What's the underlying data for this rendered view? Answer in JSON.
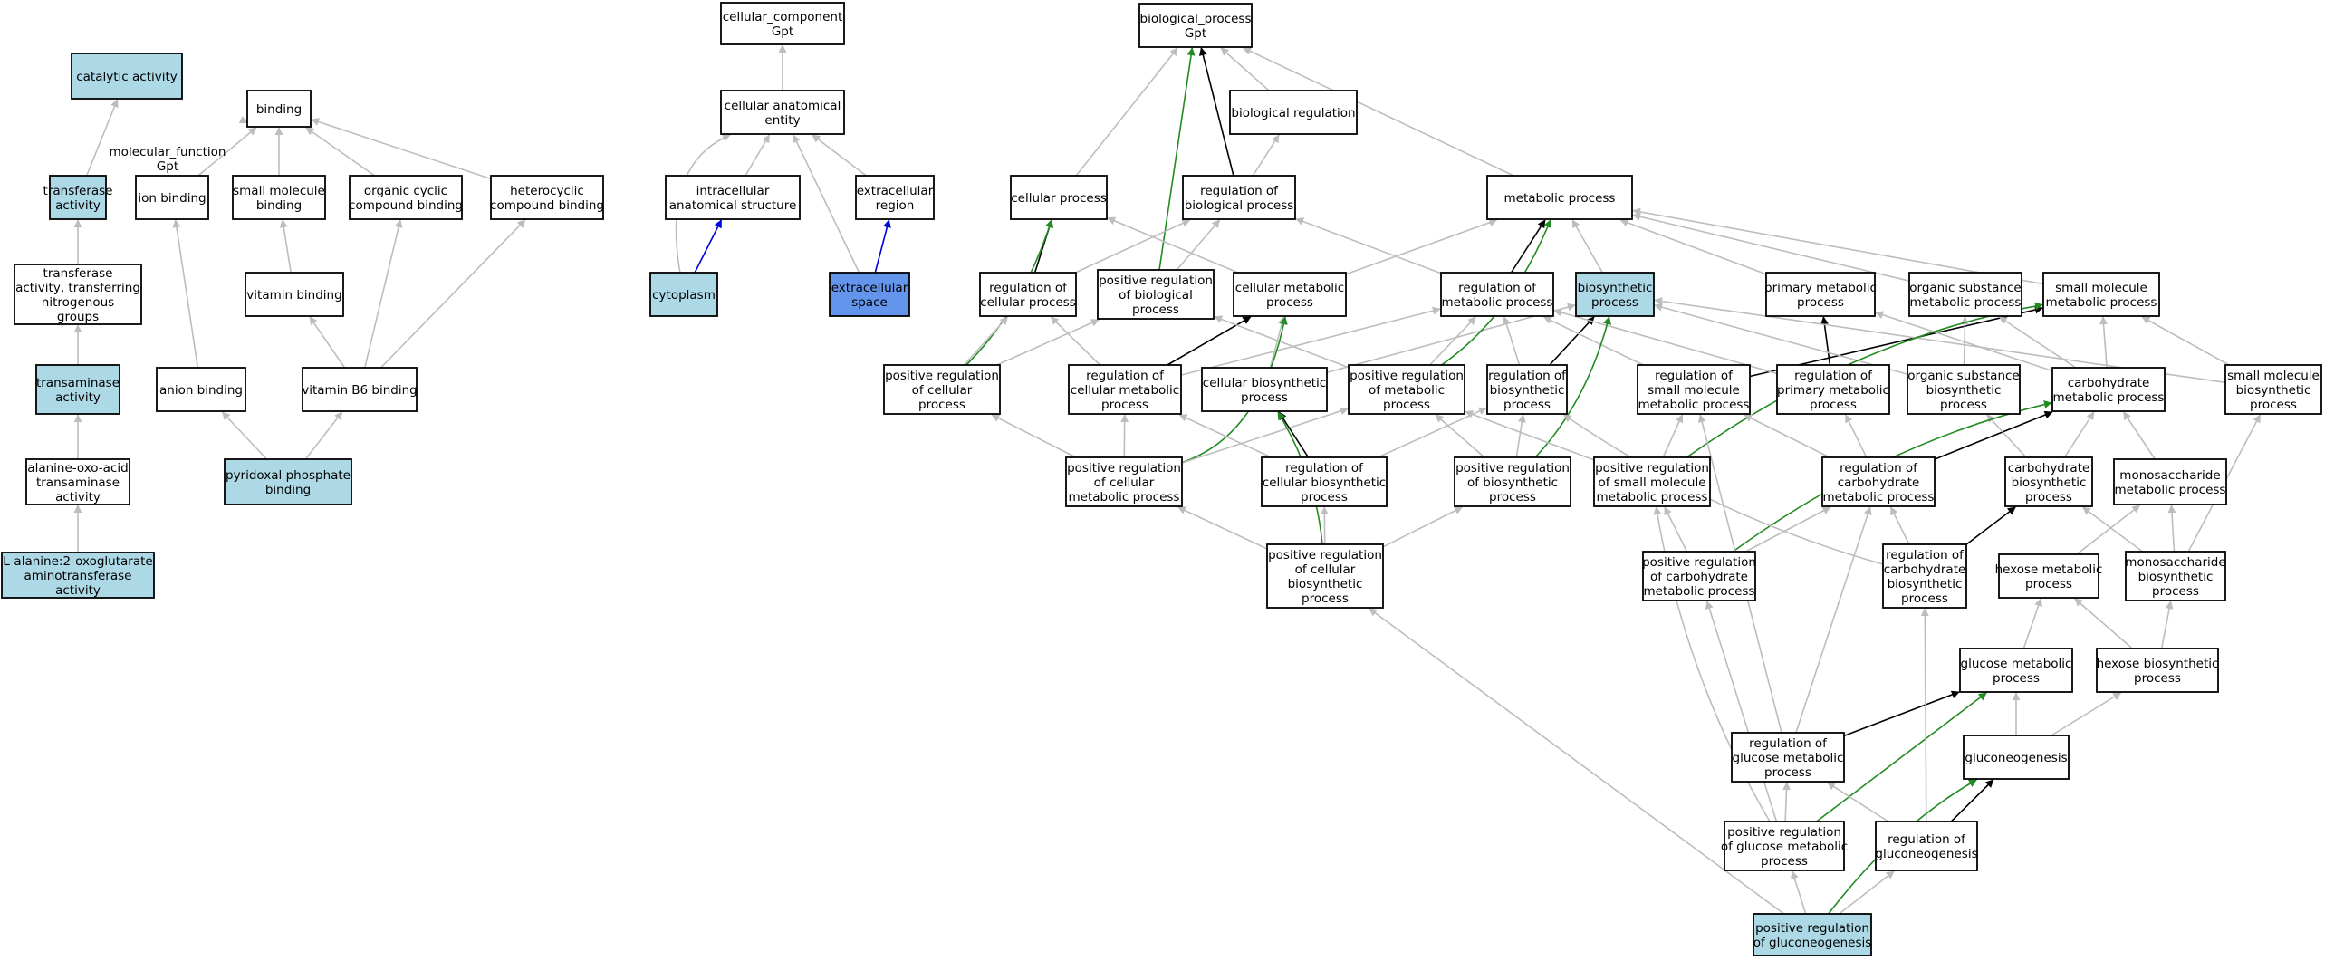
{
  "colors": {
    "node_default": "#ffffff",
    "node_highlight": "#add8e6",
    "node_strong": "#6495ed",
    "edge_is_a": "#bdbdbd",
    "edge_regulates": "#000000",
    "edge_positive": "#228b22",
    "edge_part_of": "#0000dd"
  },
  "nodes": [
    {
      "id": "mf",
      "lines": [
        "molecular_function",
        "Gpt"
      ],
      "fill": "default"
    },
    {
      "id": "catalytic",
      "lines": [
        "catalytic activity"
      ],
      "fill": "highlight"
    },
    {
      "id": "binding",
      "lines": [
        "binding"
      ],
      "fill": "default"
    },
    {
      "id": "transferase",
      "lines": [
        "transferase",
        "activity"
      ],
      "fill": "highlight"
    },
    {
      "id": "ionbind",
      "lines": [
        "ion binding"
      ],
      "fill": "default"
    },
    {
      "id": "smbind",
      "lines": [
        "small molecule",
        "binding"
      ],
      "fill": "default"
    },
    {
      "id": "occbind",
      "lines": [
        "organic cyclic",
        "compound binding"
      ],
      "fill": "default"
    },
    {
      "id": "hetbind",
      "lines": [
        "heterocyclic",
        "compound binding"
      ],
      "fill": "default"
    },
    {
      "id": "transN",
      "lines": [
        "transferase",
        "activity, transferring",
        "nitrogenous",
        "groups"
      ],
      "fill": "default"
    },
    {
      "id": "vitbind",
      "lines": [
        "vitamin binding"
      ],
      "fill": "default"
    },
    {
      "id": "transaminase",
      "lines": [
        "transaminase",
        "activity"
      ],
      "fill": "highlight"
    },
    {
      "id": "anionbind",
      "lines": [
        "anion binding"
      ],
      "fill": "default"
    },
    {
      "id": "vb6bind",
      "lines": [
        "vitamin B6 binding"
      ],
      "fill": "default"
    },
    {
      "id": "aota",
      "lines": [
        "alanine-oxo-acid",
        "transaminase",
        "activity"
      ],
      "fill": "default"
    },
    {
      "id": "plpbind",
      "lines": [
        "pyridoxal phosphate",
        "binding"
      ],
      "fill": "highlight"
    },
    {
      "id": "laoa",
      "lines": [
        "L-alanine:2-oxoglutarate",
        "aminotransferase",
        "activity"
      ],
      "fill": "highlight"
    },
    {
      "id": "cc",
      "lines": [
        "cellular_component",
        "Gpt"
      ],
      "fill": "default"
    },
    {
      "id": "cae",
      "lines": [
        "cellular anatomical",
        "entity"
      ],
      "fill": "default"
    },
    {
      "id": "ias",
      "lines": [
        "intracellular",
        "anatomical structure"
      ],
      "fill": "default"
    },
    {
      "id": "extreg",
      "lines": [
        "extracellular",
        "region"
      ],
      "fill": "default"
    },
    {
      "id": "cytoplasm",
      "lines": [
        "cytoplasm"
      ],
      "fill": "highlight"
    },
    {
      "id": "extspace",
      "lines": [
        "extracellular",
        "space"
      ],
      "fill": "strong"
    },
    {
      "id": "bp",
      "lines": [
        "biological_process",
        "Gpt"
      ],
      "fill": "default"
    },
    {
      "id": "bioreg",
      "lines": [
        "biological regulation"
      ],
      "fill": "default"
    },
    {
      "id": "cellproc",
      "lines": [
        "cellular process"
      ],
      "fill": "default"
    },
    {
      "id": "regbio",
      "lines": [
        "regulation of",
        "biological process"
      ],
      "fill": "default"
    },
    {
      "id": "metproc",
      "lines": [
        "metabolic process"
      ],
      "fill": "default"
    },
    {
      "id": "regcell",
      "lines": [
        "regulation of",
        "cellular process"
      ],
      "fill": "default"
    },
    {
      "id": "posregbio",
      "lines": [
        "positive regulation",
        "of biological",
        "process"
      ],
      "fill": "default"
    },
    {
      "id": "cellmet",
      "lines": [
        "cellular metabolic",
        "process"
      ],
      "fill": "default"
    },
    {
      "id": "regmet",
      "lines": [
        "regulation of",
        "metabolic process"
      ],
      "fill": "default"
    },
    {
      "id": "biosyn",
      "lines": [
        "biosynthetic",
        "process"
      ],
      "fill": "highlight"
    },
    {
      "id": "primmet",
      "lines": [
        "primary metabolic",
        "process"
      ],
      "fill": "default"
    },
    {
      "id": "orgsubmet",
      "lines": [
        "organic substance",
        "metabolic process"
      ],
      "fill": "default"
    },
    {
      "id": "smmet",
      "lines": [
        "small molecule",
        "metabolic process"
      ],
      "fill": "default"
    },
    {
      "id": "posregcell",
      "lines": [
        "positive regulation",
        "of cellular",
        "process"
      ],
      "fill": "default"
    },
    {
      "id": "regcellmet",
      "lines": [
        "regulation of",
        "cellular metabolic",
        "process"
      ],
      "fill": "default"
    },
    {
      "id": "cellbiosyn",
      "lines": [
        "cellular biosynthetic",
        "process"
      ],
      "fill": "default"
    },
    {
      "id": "posregmet",
      "lines": [
        "positive regulation",
        "of metabolic",
        "process"
      ],
      "fill": "default"
    },
    {
      "id": "regbiosyn",
      "lines": [
        "regulation of",
        "biosynthetic",
        "process"
      ],
      "fill": "default"
    },
    {
      "id": "regsmmet",
      "lines": [
        "regulation of",
        "small molecule",
        "metabolic process"
      ],
      "fill": "default"
    },
    {
      "id": "regprimmet",
      "lines": [
        "regulation of",
        "primary metabolic",
        "process"
      ],
      "fill": "default"
    },
    {
      "id": "orgsubbio",
      "lines": [
        "organic substance",
        "biosynthetic",
        "process"
      ],
      "fill": "default"
    },
    {
      "id": "carbmet",
      "lines": [
        "carbohydrate",
        "metabolic process"
      ],
      "fill": "default"
    },
    {
      "id": "smbio",
      "lines": [
        "small molecule",
        "biosynthetic",
        "process"
      ],
      "fill": "default"
    },
    {
      "id": "posregcellmet",
      "lines": [
        "positive regulation",
        "of cellular",
        "metabolic process"
      ],
      "fill": "default"
    },
    {
      "id": "regcellbio",
      "lines": [
        "regulation of",
        "cellular biosynthetic",
        "process"
      ],
      "fill": "default"
    },
    {
      "id": "posregbiosyn",
      "lines": [
        "positive regulation",
        "of biosynthetic",
        "process"
      ],
      "fill": "default"
    },
    {
      "id": "posregsmmet",
      "lines": [
        "positive regulation",
        "of small molecule",
        "metabolic process"
      ],
      "fill": "default"
    },
    {
      "id": "regcarbmet",
      "lines": [
        "regulation of",
        "carbohydrate",
        "metabolic process"
      ],
      "fill": "default"
    },
    {
      "id": "carbbio",
      "lines": [
        "carbohydrate",
        "biosynthetic",
        "process"
      ],
      "fill": "default"
    },
    {
      "id": "monomet",
      "lines": [
        "monosaccharide",
        "metabolic process"
      ],
      "fill": "default"
    },
    {
      "id": "posregcellbio",
      "lines": [
        "positive regulation",
        "of cellular",
        "biosynthetic",
        "process"
      ],
      "fill": "default"
    },
    {
      "id": "posregcarbmet",
      "lines": [
        "positive regulation",
        "of carbohydrate",
        "metabolic process"
      ],
      "fill": "default"
    },
    {
      "id": "regcarbbio",
      "lines": [
        "regulation of",
        "carbohydrate",
        "biosynthetic",
        "process"
      ],
      "fill": "default"
    },
    {
      "id": "hexmet",
      "lines": [
        "hexose metabolic",
        "process"
      ],
      "fill": "default"
    },
    {
      "id": "monobio",
      "lines": [
        "monosaccharide",
        "biosynthetic",
        "process"
      ],
      "fill": "default"
    },
    {
      "id": "glucmet",
      "lines": [
        "glucose metabolic",
        "process"
      ],
      "fill": "default"
    },
    {
      "id": "hexbio",
      "lines": [
        "hexose biosynthetic",
        "process"
      ],
      "fill": "default"
    },
    {
      "id": "regglucmet",
      "lines": [
        "regulation of",
        "glucose metabolic",
        "process"
      ],
      "fill": "default"
    },
    {
      "id": "gluconeo",
      "lines": [
        "gluconeogenesis"
      ],
      "fill": "default"
    },
    {
      "id": "posregglucmet",
      "lines": [
        "positive regulation",
        "of glucose metabolic",
        "process"
      ],
      "fill": "default"
    },
    {
      "id": "reggluconeo",
      "lines": [
        "regulation of",
        "gluconeogenesis"
      ],
      "fill": "default"
    },
    {
      "id": "posreggluconeo",
      "lines": [
        "positive regulation",
        "of gluconeogenesis"
      ],
      "fill": "highlight"
    }
  ],
  "edges": [
    {
      "from": "catalytic",
      "to": "mf",
      "kind": "is_a"
    },
    {
      "from": "binding",
      "to": "mf",
      "kind": "is_a"
    },
    {
      "from": "transferase",
      "to": "catalytic",
      "kind": "is_a"
    },
    {
      "from": "ionbind",
      "to": "binding",
      "kind": "is_a"
    },
    {
      "from": "smbind",
      "to": "binding",
      "kind": "is_a"
    },
    {
      "from": "occbind",
      "to": "binding",
      "kind": "is_a"
    },
    {
      "from": "hetbind",
      "to": "binding",
      "kind": "is_a"
    },
    {
      "from": "transN",
      "to": "transferase",
      "kind": "is_a"
    },
    {
      "from": "vitbind",
      "to": "smbind",
      "kind": "is_a"
    },
    {
      "from": "transaminase",
      "to": "transN",
      "kind": "is_a"
    },
    {
      "from": "anionbind",
      "to": "ionbind",
      "kind": "is_a"
    },
    {
      "from": "vb6bind",
      "to": "vitbind",
      "kind": "is_a"
    },
    {
      "from": "vb6bind",
      "to": "occbind",
      "kind": "is_a"
    },
    {
      "from": "vb6bind",
      "to": "hetbind",
      "kind": "is_a"
    },
    {
      "from": "aota",
      "to": "transaminase",
      "kind": "is_a"
    },
    {
      "from": "plpbind",
      "to": "anionbind",
      "kind": "is_a"
    },
    {
      "from": "plpbind",
      "to": "vb6bind",
      "kind": "is_a"
    },
    {
      "from": "laoa",
      "to": "aota",
      "kind": "is_a"
    },
    {
      "from": "cae",
      "to": "cc",
      "kind": "is_a"
    },
    {
      "from": "ias",
      "to": "cae",
      "kind": "is_a"
    },
    {
      "from": "extreg",
      "to": "cae",
      "kind": "is_a"
    },
    {
      "from": "cytoplasm",
      "to": "cae",
      "kind": "is_a",
      "curve": -90
    },
    {
      "from": "extspace",
      "to": "cae",
      "kind": "is_a"
    },
    {
      "from": "cytoplasm",
      "to": "ias",
      "kind": "part_of"
    },
    {
      "from": "extspace",
      "to": "extreg",
      "kind": "part_of"
    },
    {
      "from": "bioreg",
      "to": "bp",
      "kind": "is_a"
    },
    {
      "from": "cellproc",
      "to": "bp",
      "kind": "is_a"
    },
    {
      "from": "regbio",
      "to": "bp",
      "kind": "regulates"
    },
    {
      "from": "metproc",
      "to": "bp",
      "kind": "is_a"
    },
    {
      "from": "regbio",
      "to": "bioreg",
      "kind": "is_a"
    },
    {
      "from": "posregbio",
      "to": "bp",
      "kind": "positive"
    },
    {
      "from": "regcell",
      "to": "cellproc",
      "kind": "regulates"
    },
    {
      "from": "regcell",
      "to": "regbio",
      "kind": "is_a"
    },
    {
      "from": "posregbio",
      "to": "regbio",
      "kind": "is_a"
    },
    {
      "from": "cellmet",
      "to": "cellproc",
      "kind": "is_a"
    },
    {
      "from": "cellmet",
      "to": "metproc",
      "kind": "is_a"
    },
    {
      "from": "regmet",
      "to": "metproc",
      "kind": "regulates"
    },
    {
      "from": "regmet",
      "to": "regbio",
      "kind": "is_a"
    },
    {
      "from": "biosyn",
      "to": "metproc",
      "kind": "is_a"
    },
    {
      "from": "primmet",
      "to": "metproc",
      "kind": "is_a"
    },
    {
      "from": "orgsubmet",
      "to": "metproc",
      "kind": "is_a"
    },
    {
      "from": "smmet",
      "to": "metproc",
      "kind": "is_a"
    },
    {
      "from": "posregcell",
      "to": "cellproc",
      "kind": "positive",
      "curve": 30
    },
    {
      "from": "posregcell",
      "to": "regcell",
      "kind": "is_a"
    },
    {
      "from": "posregcell",
      "to": "posregbio",
      "kind": "is_a"
    },
    {
      "from": "regcellmet",
      "to": "cellmet",
      "kind": "regulates"
    },
    {
      "from": "regcellmet",
      "to": "regcell",
      "kind": "is_a"
    },
    {
      "from": "regcellmet",
      "to": "regmet",
      "kind": "is_a"
    },
    {
      "from": "cellbiosyn",
      "to": "cellmet",
      "kind": "is_a"
    },
    {
      "from": "cellbiosyn",
      "to": "biosyn",
      "kind": "is_a"
    },
    {
      "from": "posregmet",
      "to": "metproc",
      "kind": "positive",
      "curve": 40
    },
    {
      "from": "posregmet",
      "to": "regmet",
      "kind": "is_a"
    },
    {
      "from": "posregmet",
      "to": "posregbio",
      "kind": "is_a"
    },
    {
      "from": "regbiosyn",
      "to": "biosyn",
      "kind": "regulates"
    },
    {
      "from": "regbiosyn",
      "to": "regmet",
      "kind": "is_a"
    },
    {
      "from": "regsmmet",
      "to": "smmet",
      "kind": "regulates"
    },
    {
      "from": "regsmmet",
      "to": "regmet",
      "kind": "is_a"
    },
    {
      "from": "regprimmet",
      "to": "primmet",
      "kind": "regulates"
    },
    {
      "from": "regprimmet",
      "to": "regmet",
      "kind": "is_a"
    },
    {
      "from": "orgsubbio",
      "to": "orgsubmet",
      "kind": "is_a"
    },
    {
      "from": "orgsubbio",
      "to": "biosyn",
      "kind": "is_a"
    },
    {
      "from": "carbmet",
      "to": "smmet",
      "kind": "is_a"
    },
    {
      "from": "carbmet",
      "to": "primmet",
      "kind": "is_a"
    },
    {
      "from": "carbmet",
      "to": "orgsubmet",
      "kind": "is_a"
    },
    {
      "from": "smbio",
      "to": "smmet",
      "kind": "is_a"
    },
    {
      "from": "smbio",
      "to": "biosyn",
      "kind": "is_a"
    },
    {
      "from": "posregcellmet",
      "to": "cellmet",
      "kind": "positive",
      "curve": 80
    },
    {
      "from": "posregcellmet",
      "to": "regcellmet",
      "kind": "is_a"
    },
    {
      "from": "posregcellmet",
      "to": "posregcell",
      "kind": "is_a"
    },
    {
      "from": "posregcellmet",
      "to": "posregmet",
      "kind": "is_a"
    },
    {
      "from": "regcellbio",
      "to": "cellbiosyn",
      "kind": "regulates"
    },
    {
      "from": "regcellbio",
      "to": "regcellmet",
      "kind": "is_a"
    },
    {
      "from": "regcellbio",
      "to": "regbiosyn",
      "kind": "is_a"
    },
    {
      "from": "posregbiosyn",
      "to": "biosyn",
      "kind": "positive",
      "curve": 30
    },
    {
      "from": "posregbiosyn",
      "to": "regbiosyn",
      "kind": "is_a"
    },
    {
      "from": "posregbiosyn",
      "to": "posregmet",
      "kind": "is_a"
    },
    {
      "from": "posregsmmet",
      "to": "smmet",
      "kind": "positive",
      "curve": -60
    },
    {
      "from": "posregsmmet",
      "to": "regsmmet",
      "kind": "is_a"
    },
    {
      "from": "posregsmmet",
      "to": "posregmet",
      "kind": "is_a"
    },
    {
      "from": "regcarbmet",
      "to": "carbmet",
      "kind": "regulates"
    },
    {
      "from": "regcarbmet",
      "to": "regprimmet",
      "kind": "is_a"
    },
    {
      "from": "regcarbmet",
      "to": "regsmmet",
      "kind": "is_a"
    },
    {
      "from": "carbbio",
      "to": "carbmet",
      "kind": "is_a"
    },
    {
      "from": "carbbio",
      "to": "orgsubbio",
      "kind": "is_a"
    },
    {
      "from": "monomet",
      "to": "carbmet",
      "kind": "is_a"
    },
    {
      "from": "posregcellbio",
      "to": "cellbiosyn",
      "kind": "positive",
      "curve": 25
    },
    {
      "from": "posregcellbio",
      "to": "regcellbio",
      "kind": "is_a"
    },
    {
      "from": "posregcellbio",
      "to": "posregcellmet",
      "kind": "is_a"
    },
    {
      "from": "posregcellbio",
      "to": "posregbiosyn",
      "kind": "is_a"
    },
    {
      "from": "posregcarbmet",
      "to": "carbmet",
      "kind": "positive",
      "curve": -50
    },
    {
      "from": "posregcarbmet",
      "to": "regcarbmet",
      "kind": "is_a"
    },
    {
      "from": "posregcarbmet",
      "to": "posregsmmet",
      "kind": "is_a"
    },
    {
      "from": "regcarbbio",
      "to": "carbbio",
      "kind": "regulates"
    },
    {
      "from": "regcarbbio",
      "to": "regcarbmet",
      "kind": "is_a"
    },
    {
      "from": "regcarbbio",
      "to": "regbiosyn",
      "kind": "is_a",
      "curve": -40
    },
    {
      "from": "hexmet",
      "to": "monomet",
      "kind": "is_a"
    },
    {
      "from": "monobio",
      "to": "monomet",
      "kind": "is_a"
    },
    {
      "from": "monobio",
      "to": "carbbio",
      "kind": "is_a"
    },
    {
      "from": "monobio",
      "to": "smbio",
      "kind": "is_a"
    },
    {
      "from": "glucmet",
      "to": "hexmet",
      "kind": "is_a"
    },
    {
      "from": "hexbio",
      "to": "hexmet",
      "kind": "is_a"
    },
    {
      "from": "hexbio",
      "to": "monobio",
      "kind": "is_a"
    },
    {
      "from": "regglucmet",
      "to": "glucmet",
      "kind": "regulates"
    },
    {
      "from": "regglucmet",
      "to": "regcarbmet",
      "kind": "is_a"
    },
    {
      "from": "regglucmet",
      "to": "regsmmet",
      "kind": "is_a"
    },
    {
      "from": "gluconeo",
      "to": "glucmet",
      "kind": "is_a"
    },
    {
      "from": "gluconeo",
      "to": "hexbio",
      "kind": "is_a"
    },
    {
      "from": "posregglucmet",
      "to": "glucmet",
      "kind": "positive"
    },
    {
      "from": "posregglucmet",
      "to": "regglucmet",
      "kind": "is_a"
    },
    {
      "from": "posregglucmet",
      "to": "posregcarbmet",
      "kind": "is_a"
    },
    {
      "from": "posregglucmet",
      "to": "posregsmmet",
      "kind": "is_a",
      "curve": -40
    },
    {
      "from": "reggluconeo",
      "to": "gluconeo",
      "kind": "regulates"
    },
    {
      "from": "reggluconeo",
      "to": "regglucmet",
      "kind": "is_a"
    },
    {
      "from": "reggluconeo",
      "to": "regcarbbio",
      "kind": "is_a"
    },
    {
      "from": "posreggluconeo",
      "to": "gluconeo",
      "kind": "positive",
      "curve": -30
    },
    {
      "from": "posreggluconeo",
      "to": "reggluconeo",
      "kind": "is_a"
    },
    {
      "from": "posreggluconeo",
      "to": "posregglucmet",
      "kind": "is_a"
    },
    {
      "from": "posreggluconeo",
      "to": "posregcellbio",
      "kind": "is_a"
    }
  ]
}
